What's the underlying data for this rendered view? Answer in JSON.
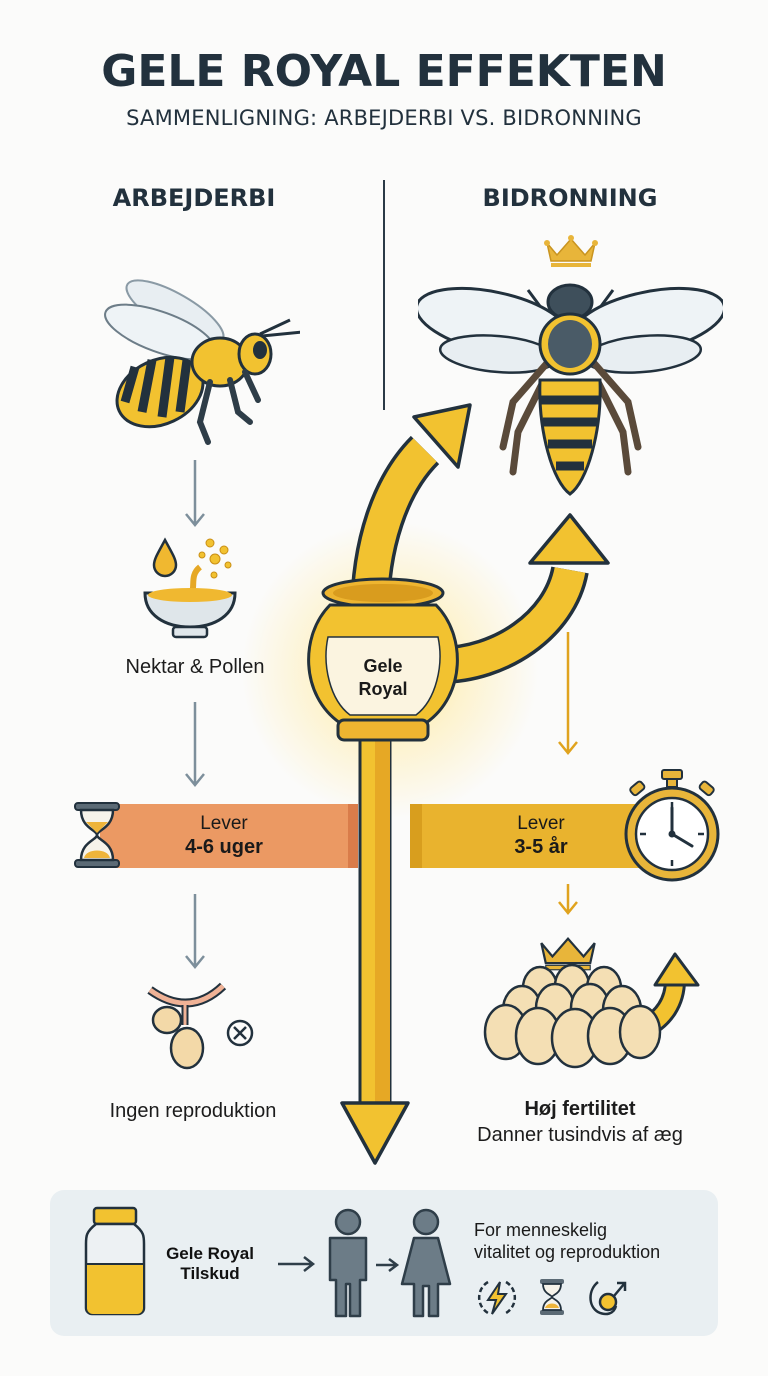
{
  "header": {
    "title": "GELE ROYAL EFFEKTEN",
    "subtitle": "SAMMENLIGNING: ARBEJDERBI VS. BIDRONNING"
  },
  "columns": {
    "left": {
      "heading": "ARBEJDERBI",
      "diet_label": "Nektar & Pollen",
      "lifespan_label": "Lever",
      "lifespan_value": "4-6 uger",
      "outcome_label": "Ingen reproduktion",
      "bar_color": "#eb9963"
    },
    "right": {
      "heading": "BIDRONNING",
      "lifespan_label": "Lever",
      "lifespan_value": "3-5 år",
      "outcome_title": "Høj fertilitet",
      "outcome_desc": "Danner tusindvis af æg",
      "bar_color": "#e9b32e"
    }
  },
  "center": {
    "jar_label_line1": "Gele",
    "jar_label_line2": "Royal"
  },
  "bottom": {
    "supplement_line1": "Gele Royal",
    "supplement_line2": "Tilskud",
    "benefit_line1": "For menneskelig",
    "benefit_line2": "vitalitet og reproduktion",
    "icons": [
      "energy-icon",
      "hourglass-icon",
      "fertility-icon"
    ]
  },
  "colors": {
    "gold": "#f2c230",
    "gold_dark": "#e0a31e",
    "outline": "#22313d",
    "arrow_gray": "#7d8f9b"
  }
}
